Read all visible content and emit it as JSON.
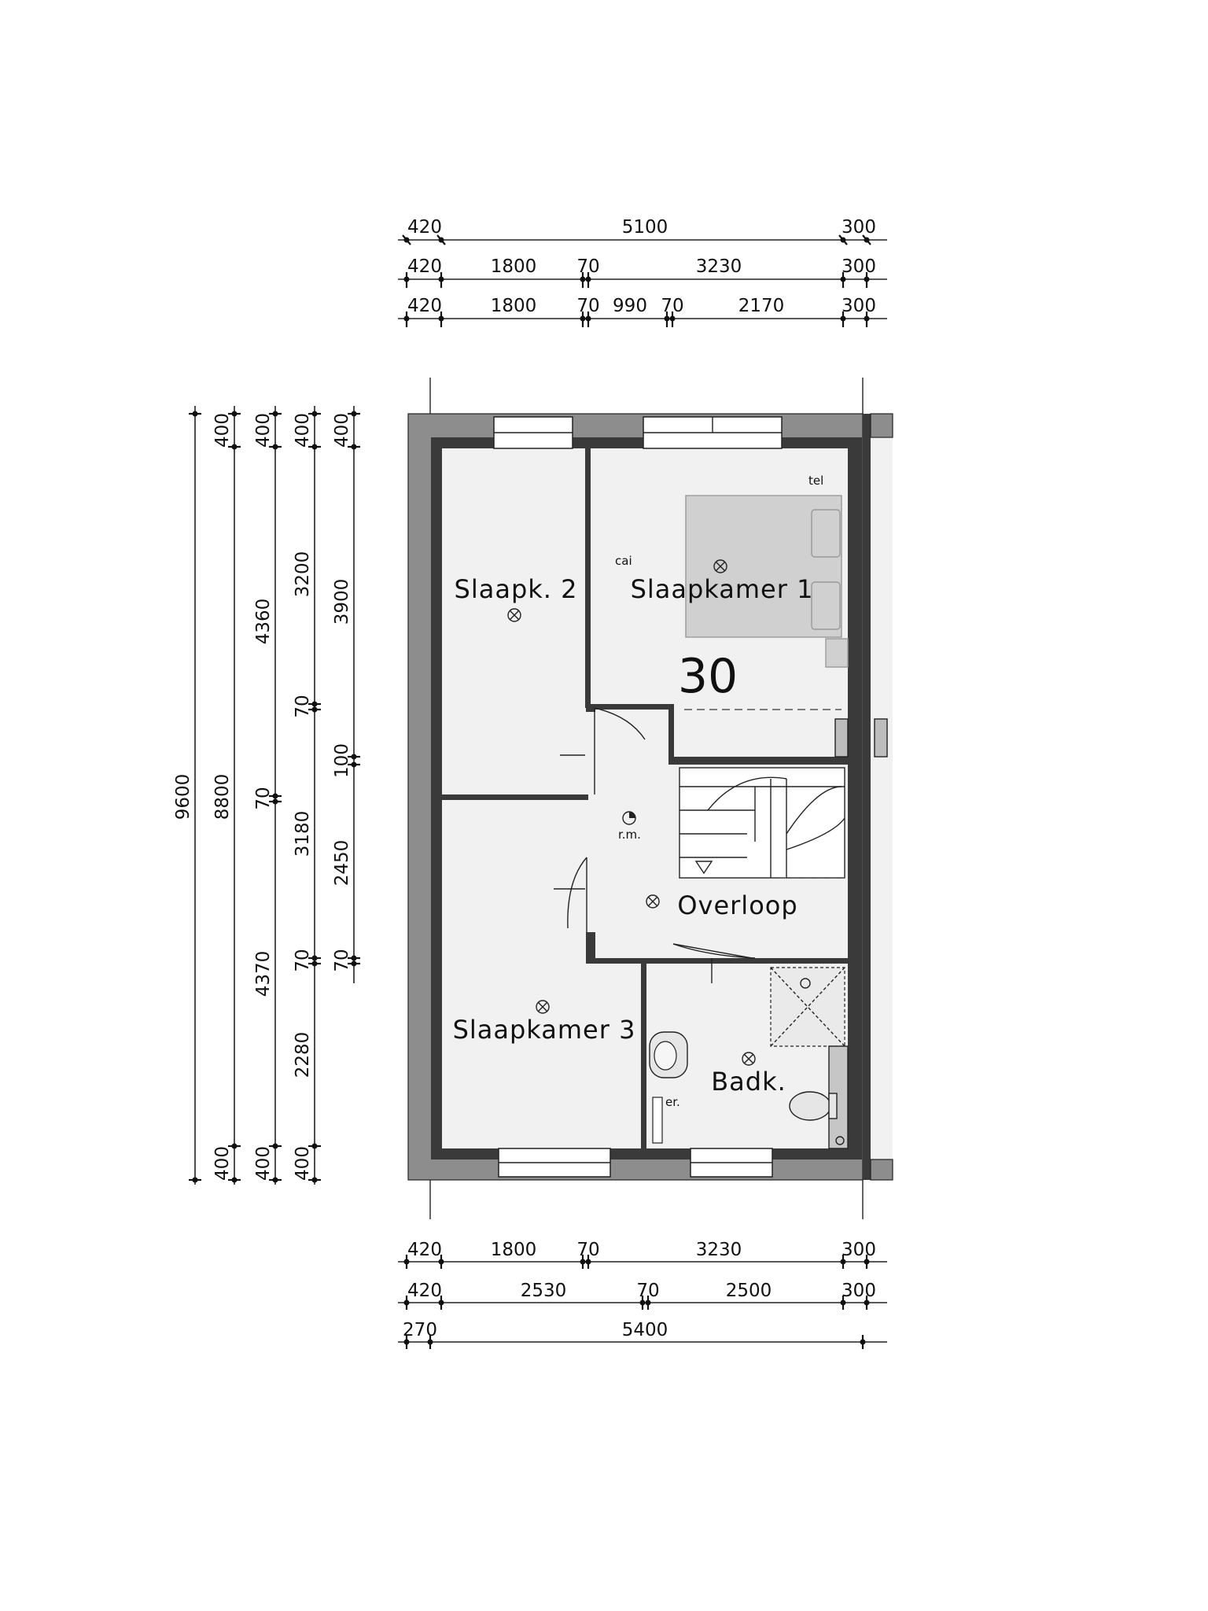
{
  "unit_number": "30",
  "rooms": {
    "bedroom1": "Slaapkamer 1",
    "bedroom2": "Slaapk. 2",
    "bedroom3": "Slaapkamer 3",
    "landing": "Overloop",
    "bathroom": "Badk."
  },
  "annotations": {
    "tel": "tel",
    "cai": "cai",
    "rm": "r.m.",
    "er": "er."
  },
  "dims_top": {
    "row1": [
      "420",
      "5100",
      "300"
    ],
    "row2": [
      "420",
      "1800",
      "70",
      "3230",
      "300"
    ],
    "row3": [
      "420",
      "1800",
      "70",
      "990",
      "70",
      "2170",
      "300"
    ]
  },
  "dims_bottom": {
    "row1": [
      "420",
      "1800",
      "70",
      "3230",
      "300"
    ],
    "row2": [
      "420",
      "2530",
      "70",
      "2500",
      "300"
    ],
    "row3": [
      "270",
      "5400"
    ]
  },
  "dims_left": {
    "col1": [
      "9600"
    ],
    "col2": [
      "400",
      "8800",
      "400"
    ],
    "col3": [
      "400",
      "4360",
      "70",
      "4370",
      "400"
    ],
    "col4": [
      "400",
      "3200",
      "70",
      "3180",
      "70",
      "2280",
      "400"
    ],
    "col5": [
      "400",
      "3900",
      "100",
      "2450",
      "70"
    ]
  }
}
